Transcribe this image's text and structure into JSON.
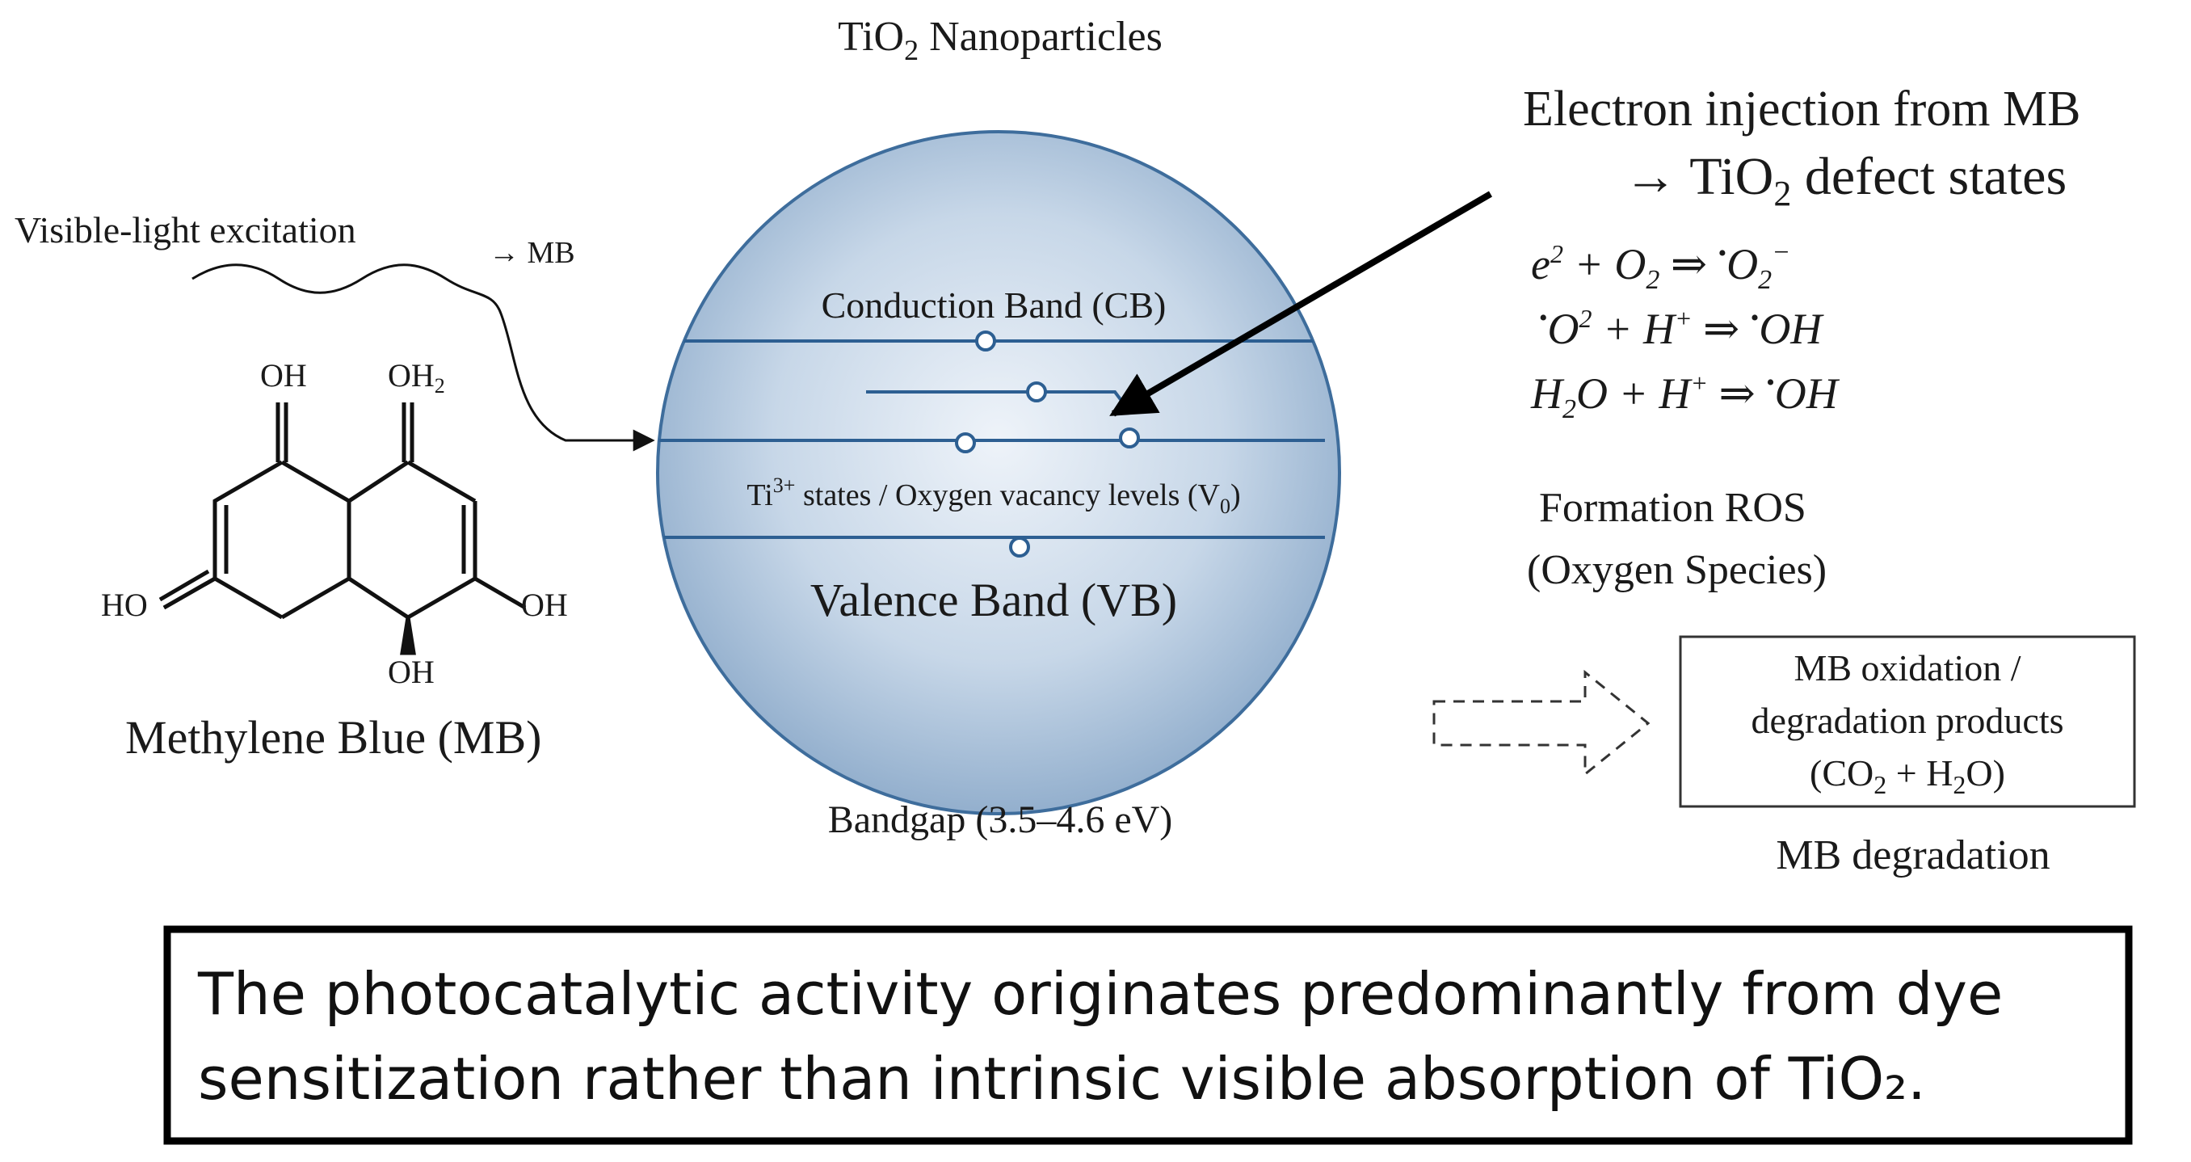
{
  "title": {
    "pre": "TiO",
    "sub": "2",
    "post": " Nanoparticles"
  },
  "excitation": {
    "label": "Visible-light excitation",
    "target": "→ MB"
  },
  "molecule": {
    "oh_top_left": "OH",
    "oh_top_right": "OH",
    "oh_top_right_sub": "2",
    "ho_left": "HO",
    "oh_right": "OH",
    "oh_bottom": "OH",
    "name": "Methylene Blue (MB)"
  },
  "bands": {
    "conduction": "Conduction Band (CB)",
    "defect_pre": "Ti",
    "defect_sup": "3+",
    "defect_text": " states / Oxygen vacancy levels (V",
    "defect_sub": "0",
    "defect_close": ")",
    "valence": "Valence Band (VB)",
    "bandgap": "Bandgap (3.5–4.6 eV)"
  },
  "injection": {
    "line1": "Electron injection from MB",
    "line2_pre": "→ TiO",
    "line2_sub": "2",
    "line2_post": " defect states"
  },
  "reactions": [
    {
      "a": "e",
      "a_sup": "2",
      "b": " + O",
      "b_sub": "2",
      "c": " ⇒ ",
      "d": "•",
      "e": "O",
      "e_sub": "2",
      "e_sup": "−"
    },
    {
      "d0": "•",
      "a": "O",
      "a_sup": "2",
      "b": " + H",
      "b_sup": "+",
      "c": " ⇒ ",
      "d": "•",
      "e": "OH"
    },
    {
      "a": "H",
      "a_sub": "2",
      "b": "O + H",
      "b_sup": "+",
      "c": " ⇒ ",
      "d": "•",
      "e": "OH"
    }
  ],
  "ros": {
    "line1": "Formation ROS",
    "line2": "(Oxygen Species)"
  },
  "products": {
    "line1": "MB oxidation /",
    "line2": "degradation products",
    "line3_a": "(CO",
    "line3_sub1": "2",
    "line3_b": " + H",
    "line3_sub2": "2",
    "line3_c": "O)",
    "caption": "MB  degradation"
  },
  "conclusion": {
    "line1": "The photocatalytic activity originates predominantly from dye",
    "line2": "sensitization rather than intrinsic visible absorption of TiO₂."
  },
  "colors": {
    "sphere_edge": "#3e6d9c",
    "band_line": "#2d5f92",
    "sphere_light": "#eef3f9",
    "sphere_mid": "#b8cde3",
    "sphere_dark": "#7f9fc2"
  }
}
